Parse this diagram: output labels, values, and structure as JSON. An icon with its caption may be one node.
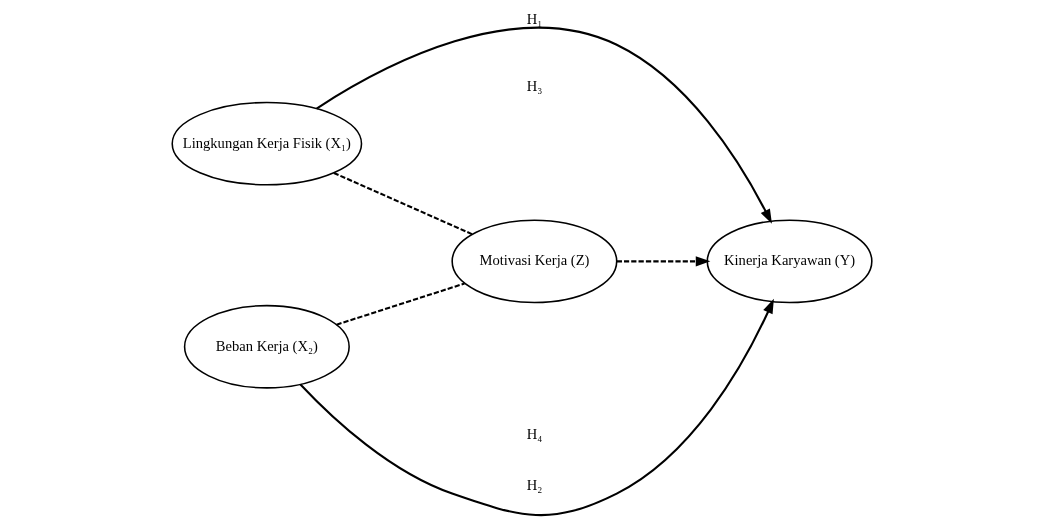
{
  "diagram": {
    "nodes": [
      {
        "text": [
          "Lingkungan Kerja Fisik (X₁)"
        ]
      },
      {
        "text": [
          "Motivasi Kerja (Z)"
        ]
      },
      {
        "text": [
          "Kinerja Karyawan (Y)"
        ]
      },
      {
        "text": [
          "Beban Kerja (X₂)"
        ]
      }
    ],
    "edges": [
      {
        "from": 0,
        "to": 2,
        "arrow": "to",
        "label": "H₁"
      },
      {
        "from": 0,
        "to": 1,
        "arrow": "none",
        "style": "dashed"
      },
      {
        "from": 1,
        "to": 2,
        "arrow": "to",
        "style": "dashed"
      },
      {
        "from": 3,
        "to": 1,
        "arrow": "none",
        "style": "dashed"
      },
      {
        "from": 3,
        "to": 2,
        "arrow": "to",
        "label": "H₂"
      }
    ],
    "labels": [
      "H₃",
      "H₄"
    ]
  }
}
